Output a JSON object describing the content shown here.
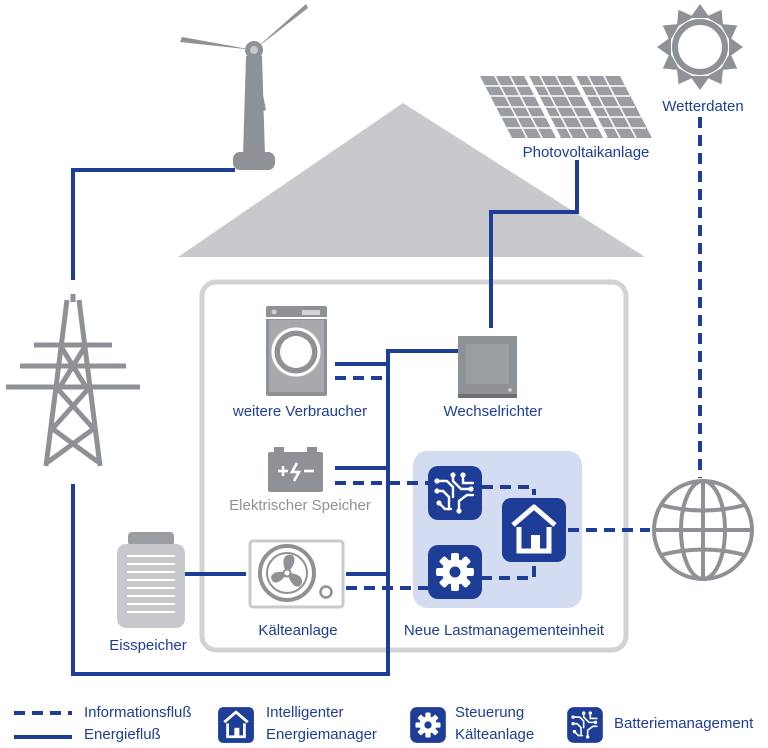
{
  "labels": {
    "photovoltaik": "Photovoltaikanlage",
    "wetterdaten": "Wetterdaten",
    "weitere_verbraucher": "weitere Verbraucher",
    "wechselrichter": "Wechselrichter",
    "elektrischer_speicher": "Elektrischer Speicher",
    "kaelteanlage": "Kälteanlage",
    "eisspeicher": "Eisspeicher",
    "lastmanagement": "Neue Lastmanagementeinheit"
  },
  "legend": {
    "informationsfluss": "Informationsfluß",
    "energiefluss": "Energiefluß",
    "energiemanager_line1": "Intelligenter",
    "energiemanager_line2": "Energiemanager",
    "steuerung_line1": "Steuerung",
    "steuerung_line2": "Kälteanlage",
    "batteriemanagement": "Batteriemanagement"
  },
  "icons": {
    "wind": "wind-turbine-icon",
    "pylon": "power-pylon-icon",
    "sun": "sun-icon",
    "solar": "solar-panel-icon",
    "globe": "globe-icon",
    "washer": "washing-machine-icon",
    "inverter": "inverter-icon",
    "battery": "battery-icon",
    "hvac": "fan-unit-icon",
    "ice": "ice-storage-icon",
    "chip": "circuit-chip-icon",
    "home": "house-icon",
    "gear": "gear-icon"
  },
  "colors": {
    "blue": "#1e3d96",
    "gray": "#8e9196",
    "light_gray": "#c8c9cc",
    "panel": "#d4dcf1"
  }
}
